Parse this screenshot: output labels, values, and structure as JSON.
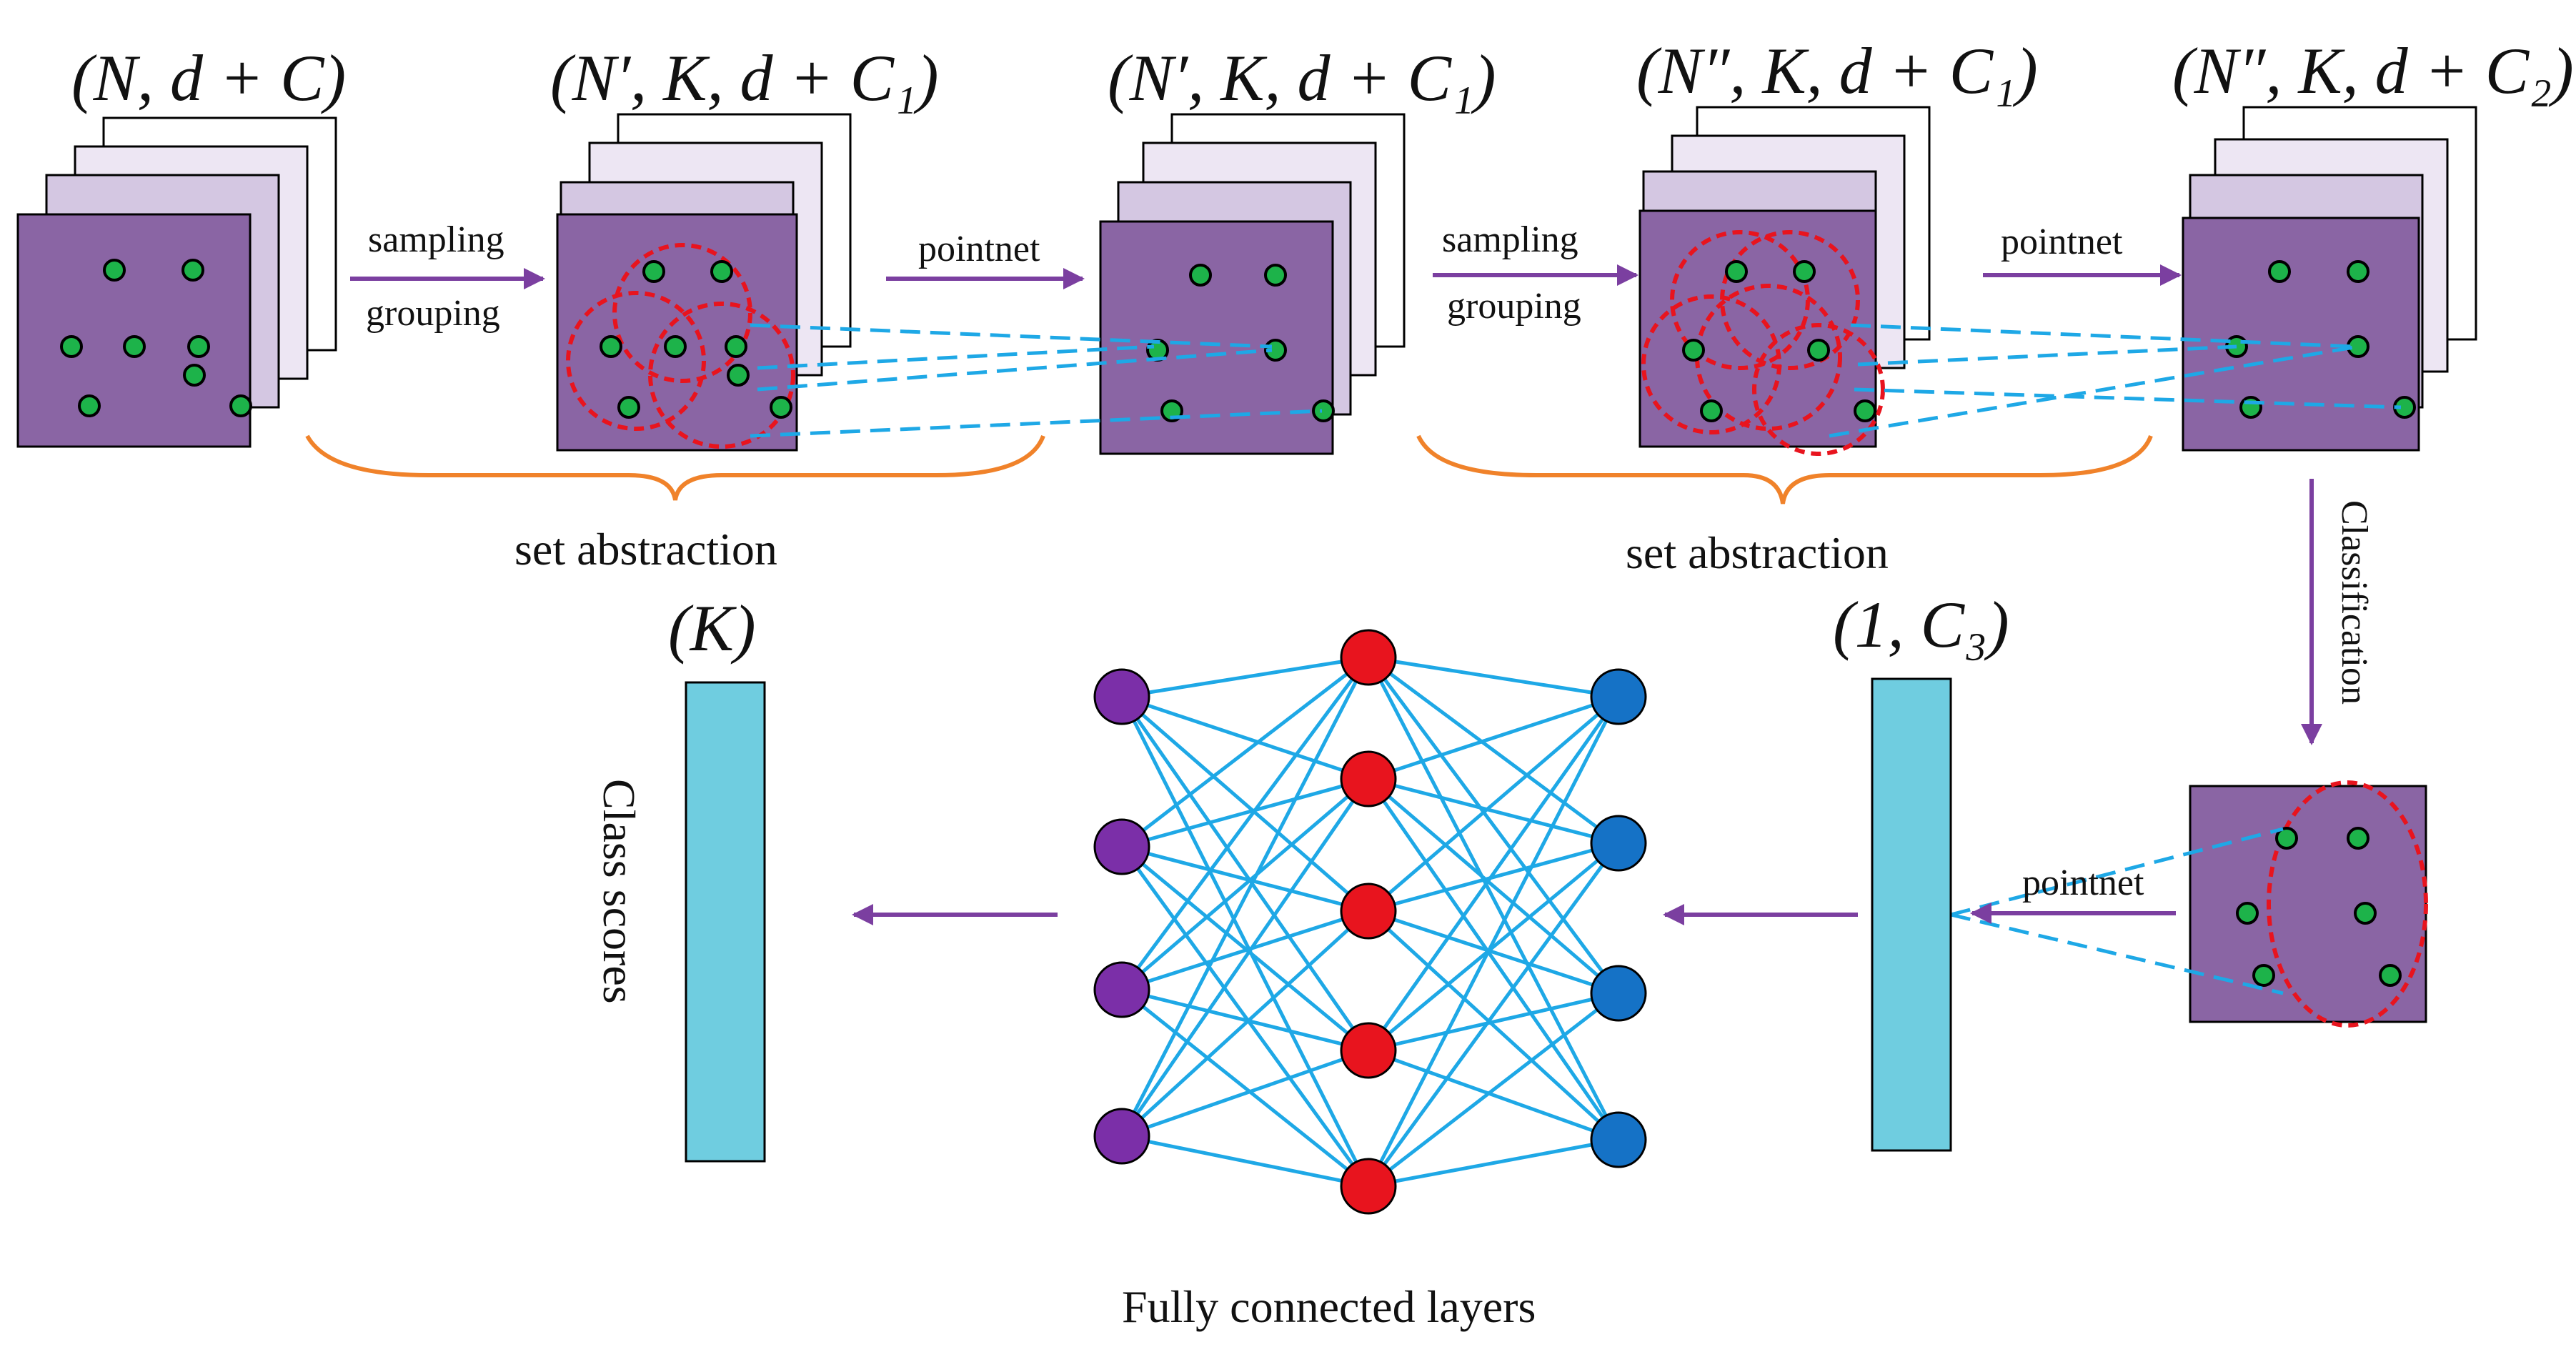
{
  "diagram": {
    "shape_labels": {
      "input": "(N, d + C)",
      "sa1_grouped": "(N′, K, d + C₁)",
      "sa1_out": "(N′, K, d + C₁)",
      "sa2_grouped": "(N″, K, d + C₁)",
      "sa2_out": "(N″, K, d + C₂)",
      "global_feature": "(1, C₃)",
      "class_scores": "(K)"
    },
    "operations": {
      "sampling": "sampling",
      "grouping": "grouping",
      "pointnet": "pointnet",
      "classification": "Classification"
    },
    "group_labels": {
      "set_abstraction": "set abstraction",
      "fully_connected": "Fully connected layers",
      "class_scores": "Class scores"
    },
    "colors": {
      "layer_front": "#8a65a4",
      "layer_back": "#d4c7e2",
      "point": "#1db34a",
      "group_circle": "#e8141e",
      "link_dash": "#1ea8e6",
      "brace": "#f0822a",
      "arrow": "#7b3fa0",
      "feature_bar": "#6fcde0",
      "fc_input": "#7b2fa8",
      "fc_hidden": "#e8141e",
      "fc_output": "#1572c6",
      "fc_edge": "#1ea8e6"
    }
  }
}
